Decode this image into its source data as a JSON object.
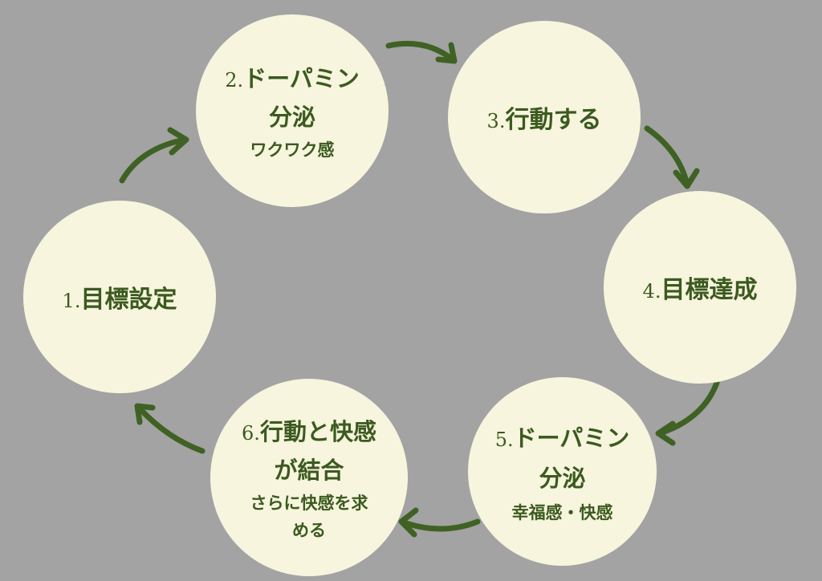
{
  "colors": {
    "background": "#a3a3a3",
    "circle_fill": "#f7f5de",
    "text": "#3b5a1f",
    "arrow": "#3f6224"
  },
  "cycle": {
    "step1": {
      "number": "1.",
      "title": "目標設定"
    },
    "step2": {
      "number": "2.",
      "title": "ドーパミン",
      "title2": "分泌",
      "sub": "ワクワク感"
    },
    "step3": {
      "number": "3.",
      "title": "行動する"
    },
    "step4": {
      "number": "4.",
      "title": "目標達成"
    },
    "step5": {
      "number": "5.",
      "title": "ドーパミン",
      "title2": "分泌",
      "sub": "幸福感・快感"
    },
    "step6": {
      "number": "6.",
      "title": "行動と快感",
      "title2": "が結合",
      "sub": "さらに快感を求",
      "sub2": "める"
    }
  }
}
